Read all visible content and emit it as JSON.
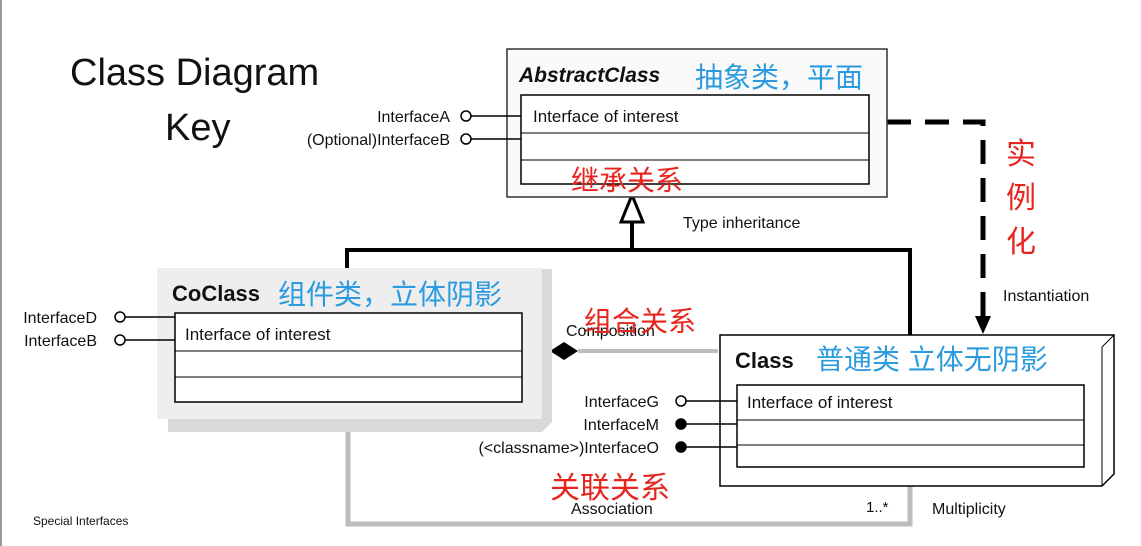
{
  "title": {
    "line1": "Class Diagram",
    "line2": "Key"
  },
  "footer": "Special Interfaces",
  "colors": {
    "blue_annotation": "#2b9be0",
    "red_annotation": "#e8241e",
    "box_stroke": "#000000",
    "shadow_gray": "#d9d9d9",
    "light_line_gray": "#bdbdbd",
    "dark_line": "#000000"
  },
  "abstract_class": {
    "name": "AbstractClass",
    "annotation": "抽象类，平面",
    "interface_row": "Interface of interest",
    "interfaces": [
      "InterfaceA",
      "(Optional)InterfaceB"
    ]
  },
  "coclass": {
    "name": "CoClass",
    "annotation": "组件类，立体阴影",
    "interface_row": "Interface of interest",
    "interfaces": [
      "InterfaceD",
      "InterfaceB"
    ]
  },
  "class": {
    "name": "Class",
    "annotation": "普通类 立体无阴影",
    "interface_row": "Interface of interest",
    "interfaces": [
      "InterfaceG",
      "InterfaceM",
      "(<classname>)InterfaceO"
    ]
  },
  "relations": {
    "inheritance_label": "Type inheritance",
    "inheritance_annotation": "继承关系",
    "instantiation_label": "Instantiation",
    "instantiation_annotation": "实例化",
    "composition_label": "Composition",
    "composition_annotation": "组合关系",
    "association_label": "Association",
    "association_annotation": "关联关系",
    "multiplicity_value": "1..*",
    "multiplicity_label": "Multiplicity"
  }
}
